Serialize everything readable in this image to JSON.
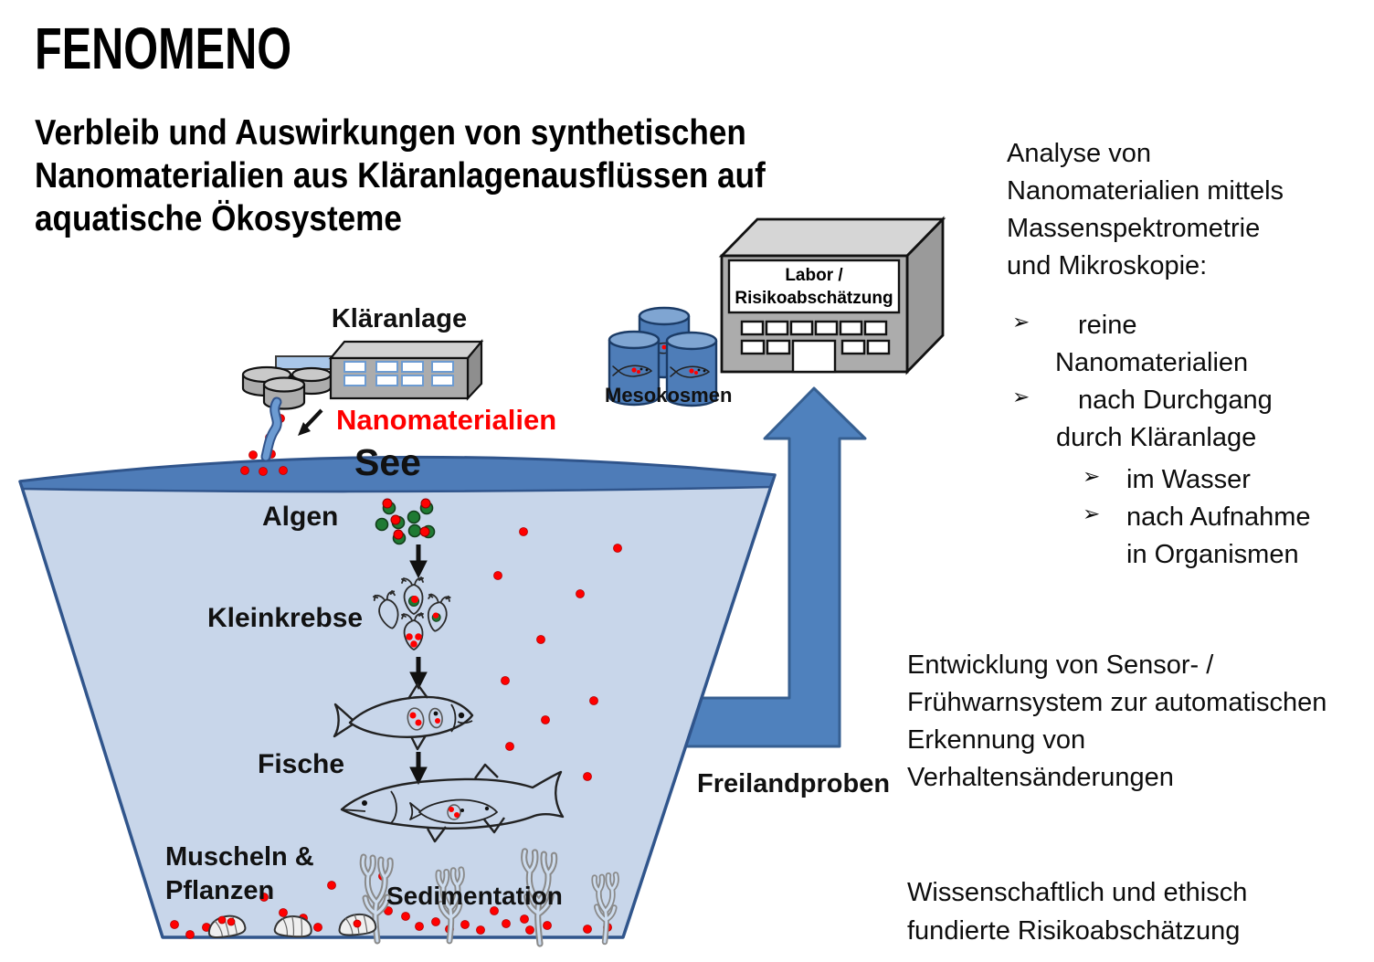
{
  "title": "FENOMENO",
  "subtitle_lines": [
    "Verbleib und Auswirkungen von synthetischen",
    "Nanomaterialien aus Kläranlagenausflüssen auf",
    "aquatische Ökosysteme"
  ],
  "diagram": {
    "klaeranlage": "Kläranlage",
    "nanomaterialien": "Nanomaterialien",
    "see": "See",
    "algen": "Algen",
    "kleinkrebse": "Kleinkrebse",
    "fische": "Fische",
    "muscheln_line1": "Muscheln &",
    "muscheln_line2": "Pflanzen",
    "sedimentation": "Sedimentation",
    "mesokosmen": "Mesokosmen",
    "labor_line1": "Labor /",
    "labor_line2": "Risikoabschätzung",
    "freilandproben": "Freilandproben"
  },
  "right_panel": {
    "marker": "➢",
    "intro_lines": [
      "Analyse von",
      "Nanomaterialien mittels",
      "Massenspektrometrie",
      "und Mikroskopie:"
    ],
    "bullet1_line1": "reine",
    "bullet1_line2": "Nanomaterialien",
    "bullet2_line1": "nach Durchgang",
    "bullet2_line2": "durch Kläranlage",
    "sub_bullet1": "im Wasser",
    "sub_bullet2_line1": "nach Aufnahme",
    "sub_bullet2_line2": "in Organismen",
    "sensor_lines": [
      "Entwicklung von Sensor- /",
      "Frühwarnsystem zur automatischen",
      "Erkennung von",
      "Verhaltensänderungen"
    ],
    "risk_lines": [
      "Wissenschaftlich und ethisch",
      "fundierte Risikoabschätzung"
    ]
  },
  "colors": {
    "accent_blue": "#4F81BD",
    "lake_fill": "#C8D6EA",
    "lake_surface": "#4E7CB8",
    "lake_border": "#30558C",
    "nano_red": "#FF0000",
    "algae_green": "#1F7A33",
    "building_gray": "#ACACAC"
  }
}
